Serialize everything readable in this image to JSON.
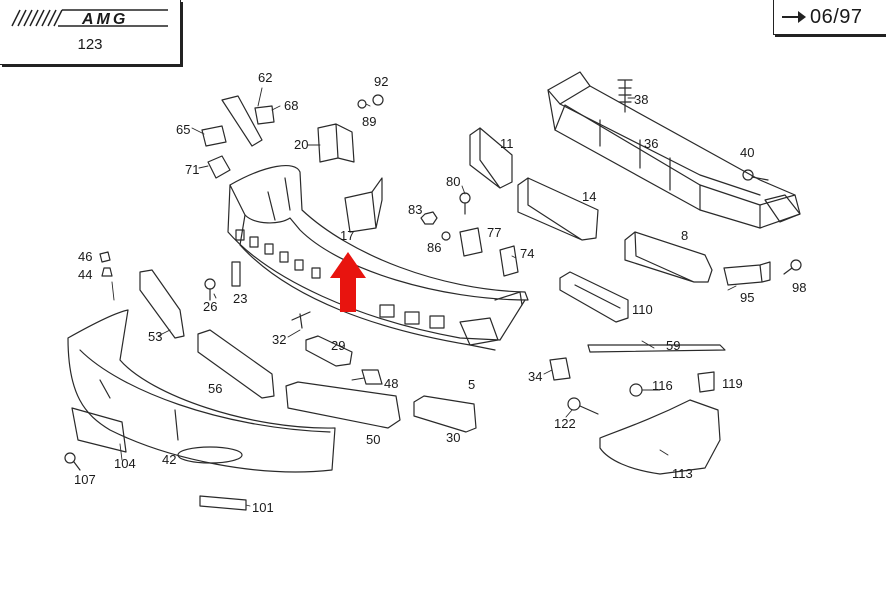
{
  "header": {
    "brand": "AMG",
    "model": "123",
    "date": "06/97"
  },
  "callouts": [
    {
      "id": "62",
      "text": "62"
    },
    {
      "id": "68",
      "text": "68"
    },
    {
      "id": "92",
      "text": "92"
    },
    {
      "id": "89",
      "text": "89"
    },
    {
      "id": "65",
      "text": "65"
    },
    {
      "id": "20",
      "text": "20"
    },
    {
      "id": "71",
      "text": "71"
    },
    {
      "id": "11",
      "text": "11"
    },
    {
      "id": "38",
      "text": "38"
    },
    {
      "id": "36",
      "text": "36"
    },
    {
      "id": "40",
      "text": "40"
    },
    {
      "id": "14",
      "text": "14"
    },
    {
      "id": "80",
      "text": "80"
    },
    {
      "id": "83",
      "text": "83"
    },
    {
      "id": "86",
      "text": "86"
    },
    {
      "id": "77",
      "text": "77"
    },
    {
      "id": "17",
      "text": "17"
    },
    {
      "id": "74",
      "text": "74"
    },
    {
      "id": "8",
      "text": "8"
    },
    {
      "id": "46",
      "text": "46"
    },
    {
      "id": "44",
      "text": "44"
    },
    {
      "id": "26",
      "text": "26"
    },
    {
      "id": "23",
      "text": "23"
    },
    {
      "id": "95",
      "text": "95"
    },
    {
      "id": "98",
      "text": "98"
    },
    {
      "id": "110",
      "text": "110"
    },
    {
      "id": "53",
      "text": "53"
    },
    {
      "id": "32",
      "text": "32"
    },
    {
      "id": "29",
      "text": "29"
    },
    {
      "id": "59",
      "text": "59"
    },
    {
      "id": "56",
      "text": "56"
    },
    {
      "id": "48",
      "text": "48"
    },
    {
      "id": "34",
      "text": "34"
    },
    {
      "id": "5",
      "text": "5"
    },
    {
      "id": "116",
      "text": "116"
    },
    {
      "id": "119",
      "text": "119"
    },
    {
      "id": "50",
      "text": "50"
    },
    {
      "id": "30",
      "text": "30"
    },
    {
      "id": "122",
      "text": "122"
    },
    {
      "id": "104",
      "text": "104"
    },
    {
      "id": "42",
      "text": "42"
    },
    {
      "id": "107",
      "text": "107"
    },
    {
      "id": "113",
      "text": "113"
    },
    {
      "id": "101",
      "text": "101"
    }
  ],
  "colors": {
    "line": "#2a2a2a",
    "arrow": "#e8140f",
    "background": "#ffffff"
  }
}
